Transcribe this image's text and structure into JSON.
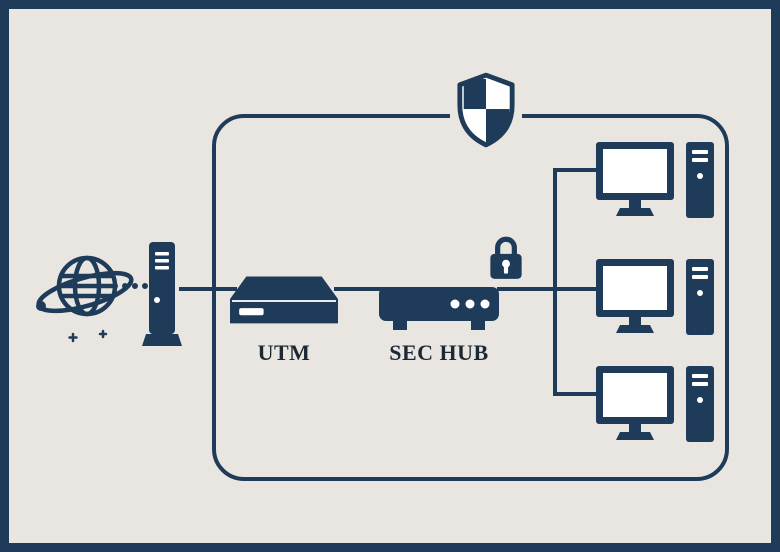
{
  "labels": {
    "utm": "UTM",
    "sec_hub": "SEC HUB"
  },
  "colors": {
    "navy": "#1e3c59",
    "background": "#e9e6e1",
    "label": "#1d2835",
    "white": "#ffffff"
  },
  "icons": {
    "internet": "globe-orbit-icon",
    "gateway": "modem-tower-icon",
    "utm_appliance": "utm-appliance-icon",
    "sec_hub_switch": "network-switch-icon",
    "security_badge": "shield-icon",
    "lock_badge": "padlock-icon",
    "endpoint": "desktop-computer-icon",
    "endpoint_count": 3
  },
  "diagram": {
    "nodes": [
      "internet",
      "modem",
      "UTM",
      "SEC HUB",
      "workstation-1",
      "workstation-2",
      "workstation-3"
    ],
    "edges": [
      [
        "internet",
        "modem",
        "dotted"
      ],
      [
        "modem",
        "UTM",
        "solid"
      ],
      [
        "UTM",
        "SEC HUB",
        "solid"
      ],
      [
        "SEC HUB",
        "workstation-1",
        "solid"
      ],
      [
        "SEC HUB",
        "workstation-2",
        "solid"
      ],
      [
        "SEC HUB",
        "workstation-3",
        "solid"
      ]
    ],
    "secure_zone_members": [
      "UTM",
      "SEC HUB",
      "workstation-1",
      "workstation-2",
      "workstation-3"
    ]
  }
}
